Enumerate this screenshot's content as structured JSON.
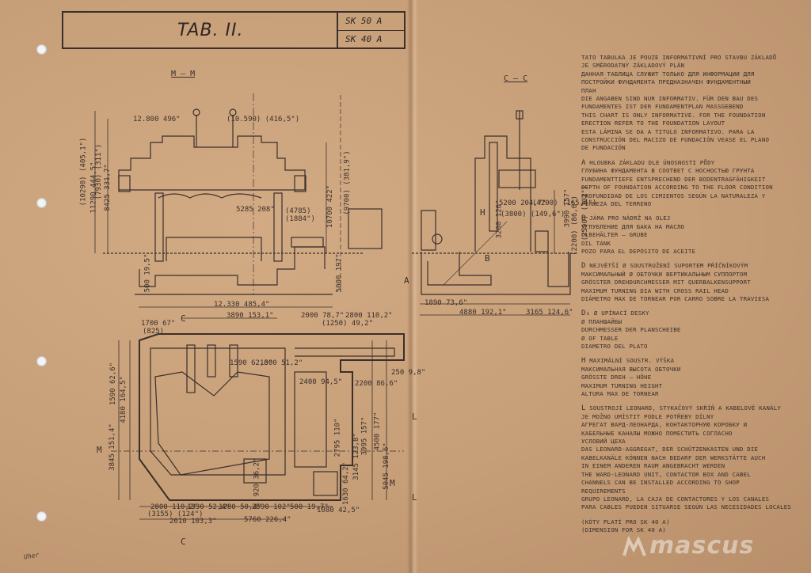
{
  "sheet": {
    "title": "TAB. II.",
    "models": [
      "SK 50 A",
      "SK 40 A"
    ],
    "section_left": "M – M",
    "section_right": "C – C",
    "watermark": "mascus",
    "signature": "Uher"
  },
  "dimensions": {
    "left_top": [
      "12.800  496\"",
      "(10.590)  (416,5\")",
      "5285  208\"",
      "(4785)",
      "(1884\")",
      "12.330  485,4\"",
      "3890  153,1\"",
      "2000  78,7\"",
      "2800  110,2\"",
      "1700  67\"",
      "(825)",
      "(1250)  49,2\""
    ],
    "left_vertical": [
      "11290  444,5\"",
      "(10290)  (405,1\")",
      "8425  331,7\"",
      "(7930)  (311\")",
      "10700  422\"",
      "(9700)  (381,9\")",
      "5000  197\"",
      "500  19,5\""
    ],
    "plan": [
      "1590  62,6\"",
      "1300  51,2\"",
      "2400  94,5\"",
      "2200  86,6\"",
      "1590  62,6\"",
      "4180  164,5\"",
      "3845  151,4\"",
      "2800  110,2\"",
      "(3155)  (124\")",
      "2610  103,3\"",
      "1330  52,4\"",
      "1280  50,4\"",
      "2590  102\"",
      "5760  226,4\"",
      "500  19,7\"",
      "1080  42,5\"",
      "4500  177\"",
      "3995  157\"",
      "2795  110\"",
      "3145  123,8\"",
      "5045  198,6\"",
      "1630  64,2\"",
      "920  36,2\"",
      "250  9,8\""
    ],
    "right": [
      "5200  204,7\"",
      "(4200)  (165,4\")",
      "(3800)  (149,6\")",
      "3990  157\"",
      "(2590)  (102\")",
      "4880  192,1\"",
      "3165  124,6\"",
      "1890  73,6\"",
      "3200  126\"",
      "(2200)  (86,6\")"
    ],
    "markers": [
      "A",
      "B",
      "C",
      "C",
      "M",
      "M",
      "L",
      "L",
      "H"
    ]
  },
  "notes": [
    {
      "key": "",
      "lines": [
        "TATO TABULKA JE POUZE INFORMATIVNÍ PRO STAVBU ZÁKLADŮ",
        "JE SMĚRODATNÝ ZÁKLADOVÝ PLÁN",
        "ДАННАЯ ТАБЛИЦА СЛУЖИТ ТОЛЬКО ДЛЯ ИНФОРМАЦИИ ДЛЯ",
        "ПОСТРОЙКИ ФУНДАМЕНТА ПРЕДНАЗНАЧЕН ФУНДАМЕНТНЫЙ",
        "ПЛАН",
        "DIE ANGABEN SIND NUR INFORMATIV. FÜR DEN BAU DES",
        "FUNDAMENTES IST DER FUNDAMENTPLAN MASSGEBEND",
        "THIS CHART IS ONLY INFORMATIVE. FOR THE FOUNDATION",
        "ERECTION REFER TO THE FOUNDATION LAYOUT",
        "ESTA LÁMINA SE DA A TITULO INFORMATIVO. PARA LA",
        "CONSTRUCCIÓN DEL MACIZO DE FUNDACIÓN VEASE EL PLANO",
        "DE FUNDACIÓN"
      ]
    },
    {
      "key": "A",
      "lines": [
        "HLOUBKA ZÁKLADU DLE ÚNOSNOSTI PŮDY",
        "ГЛУБИНА ФУНДАМЕНТА В СООТВЕТ С НОСНОСТЬЮ ГРУНТА",
        "FUNDAMENTTIEFE ENTSPRECHEND DER BODENTRAGFÄHIGKEIT",
        "DEPTH OF FOUNDATION ACCORDING TO THE FLOOR CONDITION",
        "PROFUNDIDAD DE LOS CIMIENTOS SEGÚN LA NATURALEZA Y",
        "FIRMEZA DEL TERRENO"
      ]
    },
    {
      "key": "B",
      "lines": [
        "JÁMA PRO NÁDRŽ NA OLEJ",
        "УГЛУБЛЕНИЕ ДЛЯ БАКА НА МАСЛО",
        "ÖLBEHÄLTER – GRUBE",
        "OIL TANK",
        "POZO PARA EL DEPÓSITO DE ACEITE"
      ]
    },
    {
      "key": "D",
      "lines": [
        "NEJVĚTŠÍ Ø SOUSTRUŽENÍ SUPORTEM PŘÍČNÍKOVÝM",
        "МАКСИМАЛЬНЫЙ Ø ОБТОЧКИ ВЕРТИКАЛЬНЫМ СУППОРТОМ",
        "GRÖSSTER DREHDURCHMESSER MIT QUERBALKENSUPPORT",
        "MAXIMUM TURNING DIA WITH CROSS RAIL HEAD",
        "DIÁMETRO MAX DE TORNEAR POR CARRO SOBRE LA TRAVIESA"
      ]
    },
    {
      "key": "D₁",
      "lines": [
        "Ø UPÍNACÍ DESKY",
        "Ø ПЛАНШАЙБЫ",
        "DURCHMESSER DER PLANSCHEIBE",
        "Ø OF TABLE",
        "DIAMETRO DEL PLATO"
      ]
    },
    {
      "key": "H",
      "lines": [
        "MAXIMÁLNÍ SOUSTR. VÝŠKA",
        "МАКСИМАЛЬНАЯ ВЫСОТА ОБТОЧКИ",
        "GRÖSSTE DREH – HÖHE",
        "MAXIMUM TURNING HEIGHT",
        "ALTURA MAX DE TORNEAR"
      ]
    },
    {
      "key": "L",
      "lines": [
        "SOUSTROJÍ LEONARD, STYKAČOVÝ SKŘÍŇ A KABELOVÉ KANÁLY",
        "JE MOŽNO UMÍSTIT PODLE POTŘEBY DÍLNY",
        "АГРЕГАТ ВАРД-ЛЕОНАРДА, КОНТАКТОРНУЮ КОРОБКУ И",
        "КАБЕЛЬНЫЕ КАНАЛЫ МОЖНО ПОМЕСТИТЬ СОГЛАСНО",
        "УСЛОВИЙ ЦЕХА",
        "DAS LEONARD-AGGREGAT, DER SCHÜTZENKASTEN UND DIE",
        "KABELKANÄLE KÖNNEN NACH BEDARF DER WERKSTÄTTE AUCH",
        "IN EINEM ANDEREN RAUM ANGEBRACHT WERDEN",
        "THE WARD-LEONARD UNIT, CONTACTOR BOX AND CABEL",
        "CHANNELS CAN BE INSTALLED ACCORDING TO SHOP",
        "REQUIREMENTS",
        "GRUPO LEONARD, LA CAJA DE CONTACTORES Y LOS CANALES",
        "PARA CABLES PUEDEN SITUARSE SEGÚN LAS NECESIDADES LOCALES"
      ]
    },
    {
      "key": "",
      "lines": [
        "(KÓTY PLATÍ PRO SK 40 A)",
        "(DIMENSION FOR SK 40 A)"
      ]
    }
  ],
  "colors": {
    "paper": "#c9a27c",
    "ink": "#3a2f2a"
  }
}
